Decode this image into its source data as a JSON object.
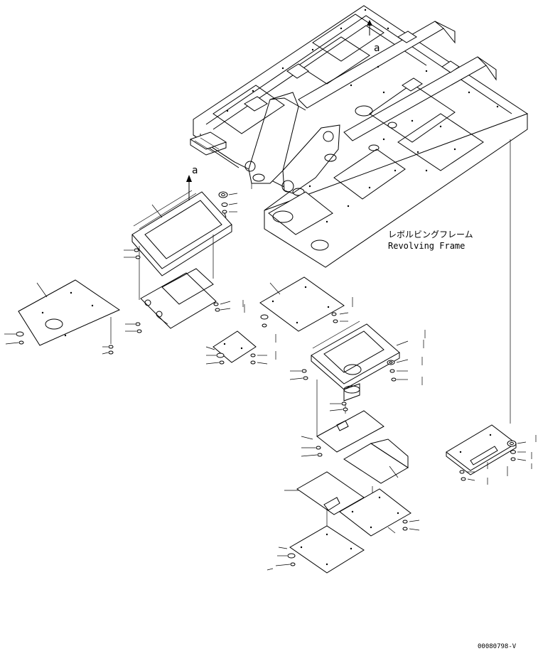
{
  "labels": {
    "revolving_frame_ja": "レボルビングフレーム",
    "revolving_frame_en": "Revolving Frame",
    "ref_a_top": "a",
    "ref_a_lower": "a",
    "drawing_code": "00080798-V"
  }
}
